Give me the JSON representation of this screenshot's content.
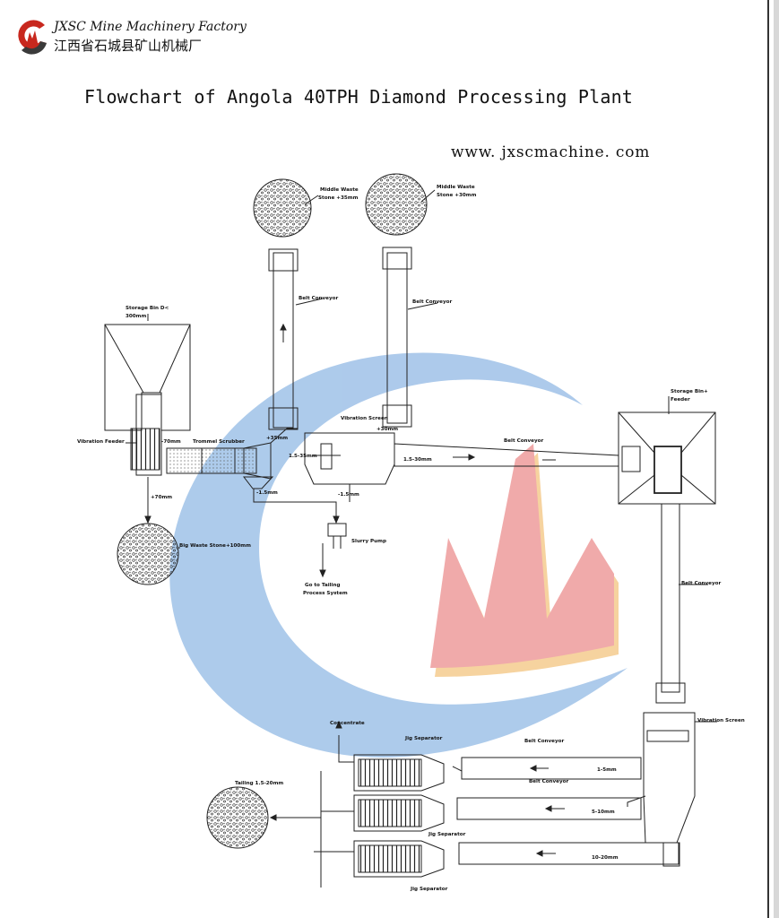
{
  "header": {
    "factory_name_en": "JXSC Mine Machinery Factory",
    "factory_name_cn": "江西省石城县矿山机械厂",
    "title": "Flowchart of Angola 40TPH  Diamond Processing Plant",
    "website": "www. jxscmachine. com"
  },
  "colors": {
    "watermark_blue": "#a9c8ea",
    "watermark_red": "#f0a6a6",
    "watermark_orange": "#f6d19a",
    "line": "#222222"
  },
  "diagram": {
    "labels": {
      "middle_waste_1": [
        "Middle Waste",
        "Stone +35mm"
      ],
      "middle_waste_2": [
        "Middle Waste",
        "Stone +30mm"
      ],
      "belt_conveyor_1": "Belt Conveyor",
      "belt_conveyor_2": "Belt Conveyor",
      "storage_bin_left": [
        "Storage Bin D<",
        "300mm"
      ],
      "vibration_feeder": "Vibration Feeder",
      "trommel_scrubber": "Trommel Scrubber",
      "minus70": "-70mm",
      "plus35": "+35mm",
      "vibration_screen_1": "Vibration Screen",
      "plus30": "+30mm",
      "range_1_5_35": "1.5-35mm",
      "range_1_5_30": "1.5-30mm",
      "belt_conveyor_3": "Belt Conveyor",
      "storage_bin_right": [
        "Storage Bin+",
        "Feeder"
      ],
      "minus1_5_a": "-1.5mm",
      "minus1_5_b": "-1.5mm",
      "plus70": "+70mm",
      "slurry_pump": "Slurry Pump",
      "big_waste": "Big Waste Stone+100mm",
      "tailing_process": [
        "Go to Tailing",
        "Process System"
      ],
      "belt_conveyor_4": "Belt Conveyor",
      "vibration_screen_2": "Vibration Screen",
      "concentrate": "Concentrate",
      "jig_1": "Jig Separator",
      "belt_conveyor_5": "Belt Conveyor",
      "belt_conveyor_6": "Belt Conveyor",
      "range_1_5": "1-5mm",
      "range_5_10": "5-10mm",
      "range_10_20": "10-20mm",
      "tailing": "Tailing 1.5-20mm",
      "jig_2": "Jig Separator",
      "jig_3": "Jig Separator"
    }
  }
}
